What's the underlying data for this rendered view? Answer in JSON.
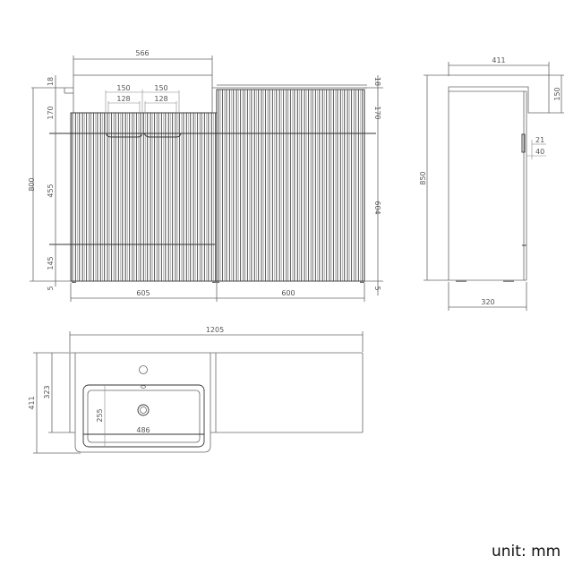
{
  "front_view": {
    "overall_height": "800",
    "top_thickness": "18",
    "drawer_height_left": "170",
    "door_height_left": "455",
    "plinth_left": "145",
    "foot_gap_left": "5",
    "basin_width": "566",
    "handle_outer_1": "150",
    "handle_inner_1": "128",
    "handle_outer_2": "150",
    "handle_inner_2": "128",
    "left_cabinet_width": "605",
    "right_cabinet_width": "600",
    "top_thickness_right": "18",
    "drawer_height_right": "170",
    "door_height_right": "604",
    "foot_gap_right": "5"
  },
  "side_view": {
    "depth_top": "411",
    "overall_height": "850",
    "basin_drop": "150",
    "handle_21": "21",
    "handle_40": "40",
    "cabinet_depth": "320"
  },
  "plan_view": {
    "overall_width": "1205",
    "overall_depth": "411",
    "cabinet_depth": "323",
    "bowl_depth": "255",
    "bowl_width": "486"
  },
  "footer": {
    "unit_label": "unit: mm"
  }
}
